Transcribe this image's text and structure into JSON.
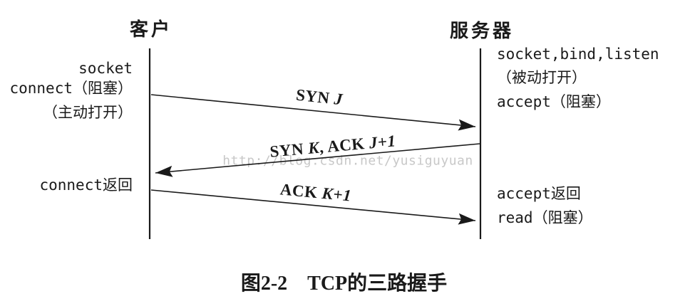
{
  "client": {
    "title": "客户",
    "socket": "socket",
    "connect_blocking": "connect（阻塞）",
    "active_open": "（主动打开）",
    "connect_returns": "connect返回"
  },
  "server": {
    "title": "服务器",
    "socket_bind_listen": "socket,bind,listen",
    "passive_open": "（被动打开）",
    "accept_blocking": "accept（阻塞）",
    "accept_returns": "accept返回",
    "read_blocking": "read（阻塞）"
  },
  "messages": {
    "syn": {
      "p1": "SYN ",
      "p2": "J"
    },
    "synack": {
      "p1": "SYN ",
      "p2": "K",
      "p3": ", ACK ",
      "p4": "J+1"
    },
    "ack": {
      "p1": "ACK ",
      "p2": "K+1"
    }
  },
  "watermark": "http://blog.csdn.net/yusiguyuan",
  "caption": {
    "number": "图2-2",
    "title": "TCP的三路握手"
  },
  "colors": {
    "ink": "#1a1a1a",
    "watermark": "#c8c8c8",
    "background": "#ffffff"
  }
}
